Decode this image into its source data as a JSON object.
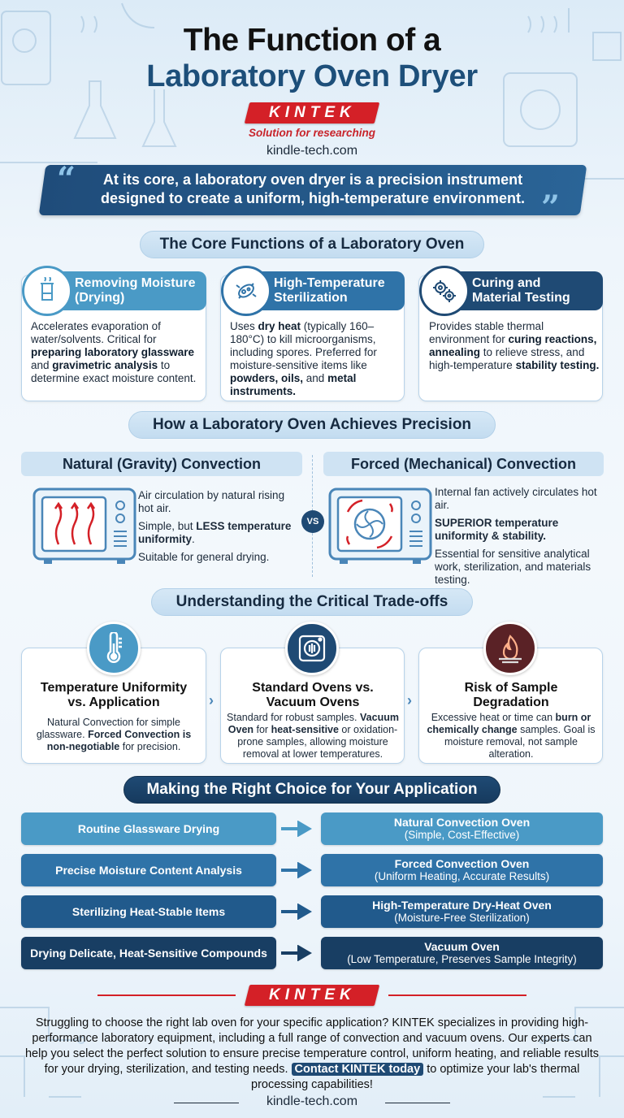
{
  "header": {
    "title_line1": "The Function of a",
    "title_line2": "Laboratory Oven Dryer",
    "logo": "KINTEK",
    "tagline": "Solution for researching",
    "website": "kindle-tech.com"
  },
  "quote": "At its core, a laboratory oven dryer is a precision instrument designed to create a uniform, high-temperature environment.",
  "core_functions": {
    "heading": "The Core Functions of a Laboratory Oven",
    "cards": [
      {
        "title_line1": "Removing Moisture",
        "title_line2": "(Drying)",
        "icon": "beaker-icon",
        "segments": [
          {
            "t": "Accelerates evaporation of water/solvents. Critical for ",
            "b": false
          },
          {
            "t": "preparing laboratory glassware",
            "b": true
          },
          {
            "t": " and ",
            "b": false
          },
          {
            "t": "gravimetric analysis",
            "b": true
          },
          {
            "t": " to determine exact moisture content.",
            "b": false
          }
        ]
      },
      {
        "title_line1": "High-Temperature",
        "title_line2": "Sterilization",
        "icon": "microbe-icon",
        "segments": [
          {
            "t": "Uses ",
            "b": false
          },
          {
            "t": "dry heat",
            "b": true
          },
          {
            "t": " (typically 160–180°C) to kill microorganisms, including spores. Preferred for moisture-sensitive items like ",
            "b": false
          },
          {
            "t": "powders, oils,",
            "b": true
          },
          {
            "t": " and ",
            "b": false
          },
          {
            "t": "metal instruments.",
            "b": true
          }
        ]
      },
      {
        "title_line1": "Curing and",
        "title_line2": "Material Testing",
        "icon": "gears-icon",
        "segments": [
          {
            "t": "Provides stable thermal environment for ",
            "b": false
          },
          {
            "t": "curing reactions,",
            "b": true
          },
          {
            "t": " ",
            "b": false
          },
          {
            "t": "annealing",
            "b": true
          },
          {
            "t": " to relieve stress, and high-temperature ",
            "b": false
          },
          {
            "t": "stability testing.",
            "b": true
          }
        ]
      }
    ]
  },
  "precision": {
    "heading": "How a Laboratory Oven Achieves Precision",
    "vs_label": "VS",
    "natural": {
      "title": "Natural (Gravity) Convection",
      "p1": "Air circulation by natural rising hot air.",
      "p2_segments": [
        {
          "t": "Simple, but ",
          "b": false
        },
        {
          "t": "LESS temperature uniformity",
          "b": true
        },
        {
          "t": ".",
          "b": false
        }
      ],
      "p3": "Suitable for general drying."
    },
    "forced": {
      "title": "Forced (Mechanical) Convection",
      "p1": "Internal fan actively circulates hot air.",
      "p2_segments": [
        {
          "t": "SUPERIOR temperature uniformity & stability.",
          "b": true
        }
      ],
      "p3": "Essential for sensitive analytical work, sterilization, and materials testing."
    }
  },
  "tradeoffs": {
    "heading": "Understanding the Critical Trade-offs",
    "items": [
      {
        "title_line1": "Temperature Uniformity",
        "title_line2": "vs. Application",
        "icon": "thermometer-icon",
        "segments": [
          {
            "t": "Natural Convection for simple glassware. ",
            "b": false
          },
          {
            "t": "Forced Convection is non-negotiable",
            "b": true
          },
          {
            "t": " for precision.",
            "b": false
          }
        ]
      },
      {
        "title_line1": "Standard Ovens vs.",
        "title_line2": "Vacuum Ovens",
        "icon": "vacuum-oven-icon",
        "segments": [
          {
            "t": "Standard for robust samples. ",
            "b": false
          },
          {
            "t": "Vacuum Oven",
            "b": true
          },
          {
            "t": " for ",
            "b": false
          },
          {
            "t": "heat-sensitive",
            "b": true
          },
          {
            "t": " or oxidation-prone samples, allowing moisture removal at lower temperatures.",
            "b": false
          }
        ]
      },
      {
        "title_line1": "Risk of Sample",
        "title_line2": "Degradation",
        "icon": "flame-icon",
        "segments": [
          {
            "t": "Excessive heat or time can ",
            "b": false
          },
          {
            "t": "burn or chemically change",
            "b": true
          },
          {
            "t": " samples. Goal is moisture removal, not sample alteration.",
            "b": false
          }
        ]
      }
    ]
  },
  "choice": {
    "heading": "Making the Right Choice for Your Application",
    "rows": [
      {
        "need": "Routine Glassware Drying",
        "solution": "Natural Convection Oven",
        "detail": "(Simple, Cost-Effective)",
        "color_l": "#4a9ac6",
        "color_r": "#4a9ac6"
      },
      {
        "need": "Precise Moisture Content Analysis",
        "solution": "Forced Convection Oven",
        "detail": "(Uniform Heating, Accurate Results)",
        "color_l": "#2f73a8",
        "color_r": "#2f73a8"
      },
      {
        "need": "Sterilizing Heat-Stable Items",
        "solution": "High-Temperature Dry-Heat Oven",
        "detail": "(Moisture-Free Sterilization)",
        "color_l": "#215a8c",
        "color_r": "#215a8c"
      },
      {
        "need": "Drying Delicate, Heat-Sensitive Compounds",
        "solution": "Vacuum Oven",
        "detail": "(Low Temperature, Preserves Sample Integrity)",
        "color_l": "#183e63",
        "color_r": "#183e63"
      }
    ]
  },
  "footer": {
    "logo": "KINTEK",
    "body": "Struggling to choose the right lab oven for your specific application? KINTEK specializes in providing high-performance laboratory equipment, including a full range of convection and vacuum ovens. Our experts can help you select the perfect solution to ensure precise temperature control, uniform heating, and reliable results for your drying, sterilization, and testing needs.",
    "cta": "Contact KINTEK today",
    "cta_tail": " to optimize your lab's thermal processing capabilities!",
    "website": "kindle-tech.com"
  },
  "colors": {
    "brand_red": "#d42027",
    "navy": "#1f4a74",
    "mid_blue": "#2f73a8",
    "light_blue": "#4a9ac6"
  }
}
